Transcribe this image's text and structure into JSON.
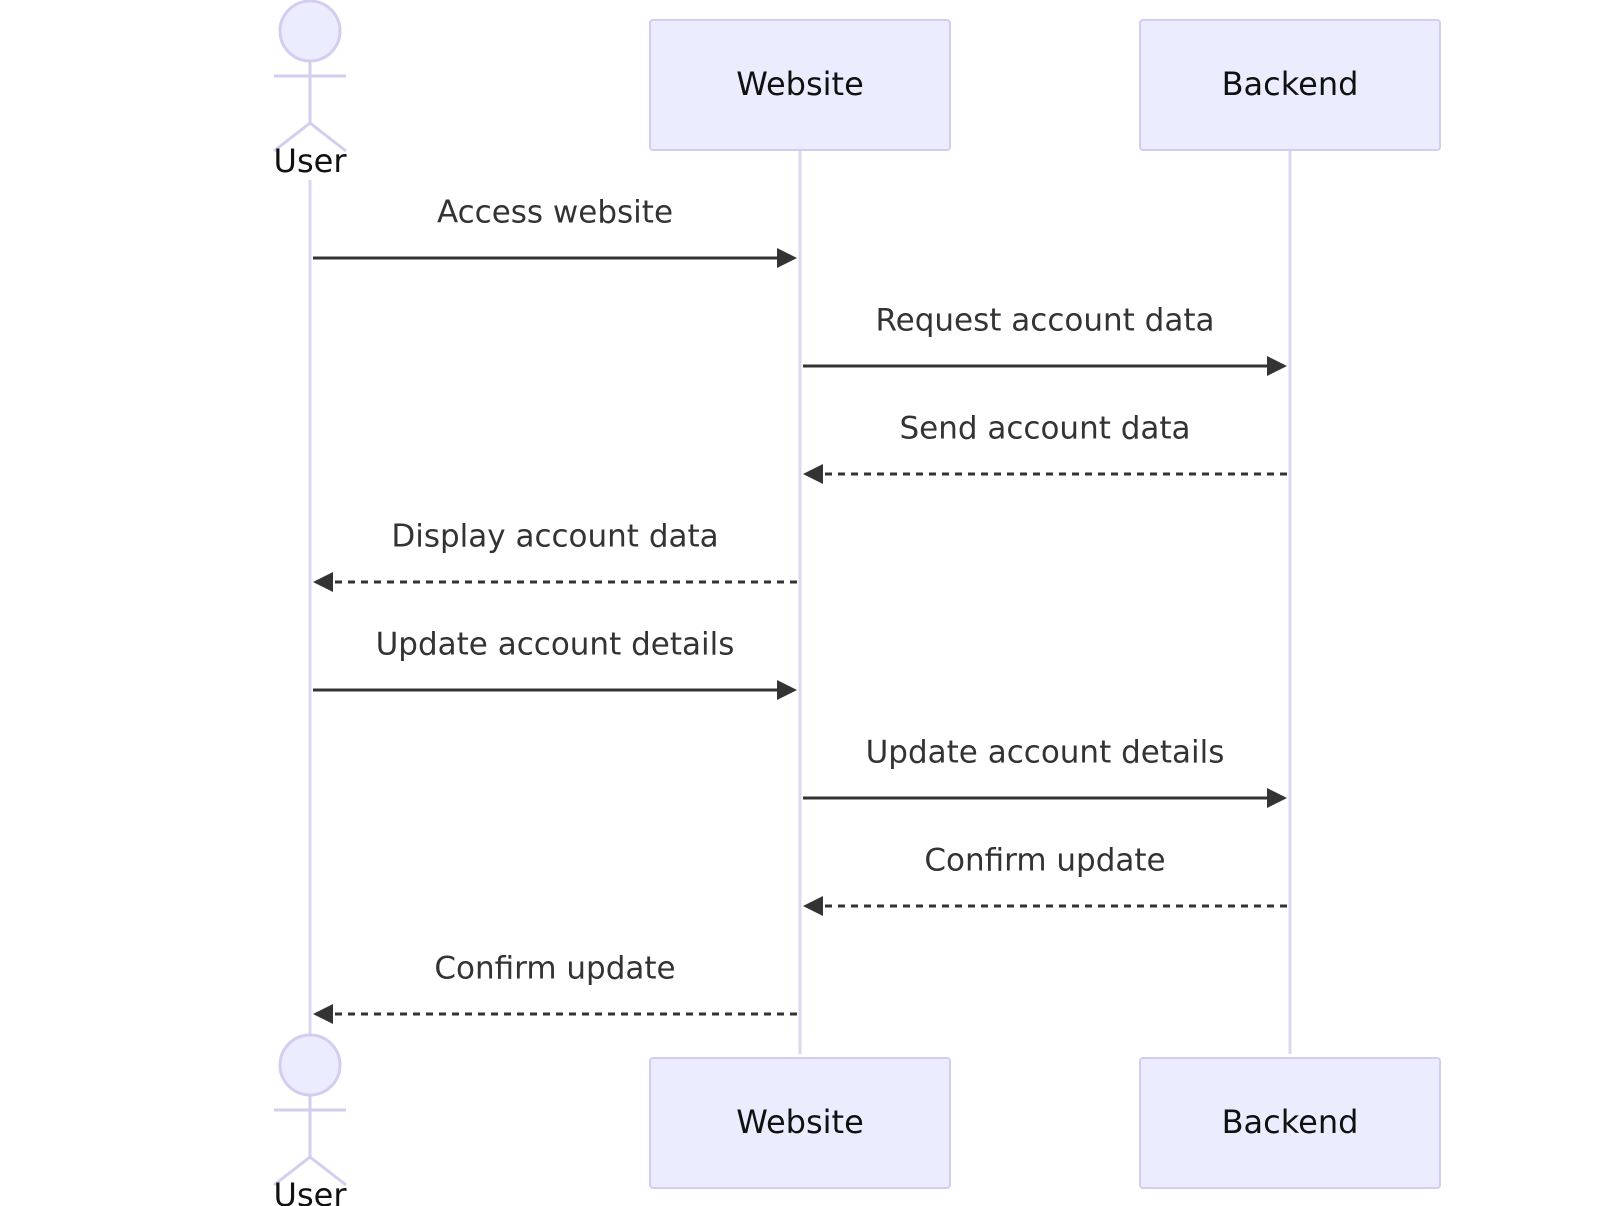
{
  "participants": [
    {
      "id": "user",
      "label": "User",
      "kind": "actor"
    },
    {
      "id": "website",
      "label": "Website",
      "kind": "box"
    },
    {
      "id": "backend",
      "label": "Backend",
      "kind": "box"
    }
  ],
  "messages": [
    {
      "from": "user",
      "to": "website",
      "label": "Access website",
      "style": "solid"
    },
    {
      "from": "website",
      "to": "backend",
      "label": "Request account data",
      "style": "solid"
    },
    {
      "from": "backend",
      "to": "website",
      "label": "Send account data",
      "style": "dashed"
    },
    {
      "from": "website",
      "to": "user",
      "label": "Display account data",
      "style": "dashed"
    },
    {
      "from": "user",
      "to": "website",
      "label": "Update account details",
      "style": "solid"
    },
    {
      "from": "website",
      "to": "backend",
      "label": "Update account details",
      "style": "solid"
    },
    {
      "from": "backend",
      "to": "website",
      "label": "Confirm update",
      "style": "dashed"
    },
    {
      "from": "website",
      "to": "user",
      "label": "Confirm update",
      "style": "dashed"
    }
  ],
  "colors": {
    "box_fill": "#ececff",
    "box_stroke": "#d3cdef",
    "lifeline": "#dcd6f0",
    "arrow": "#333333",
    "text": "#333333"
  }
}
